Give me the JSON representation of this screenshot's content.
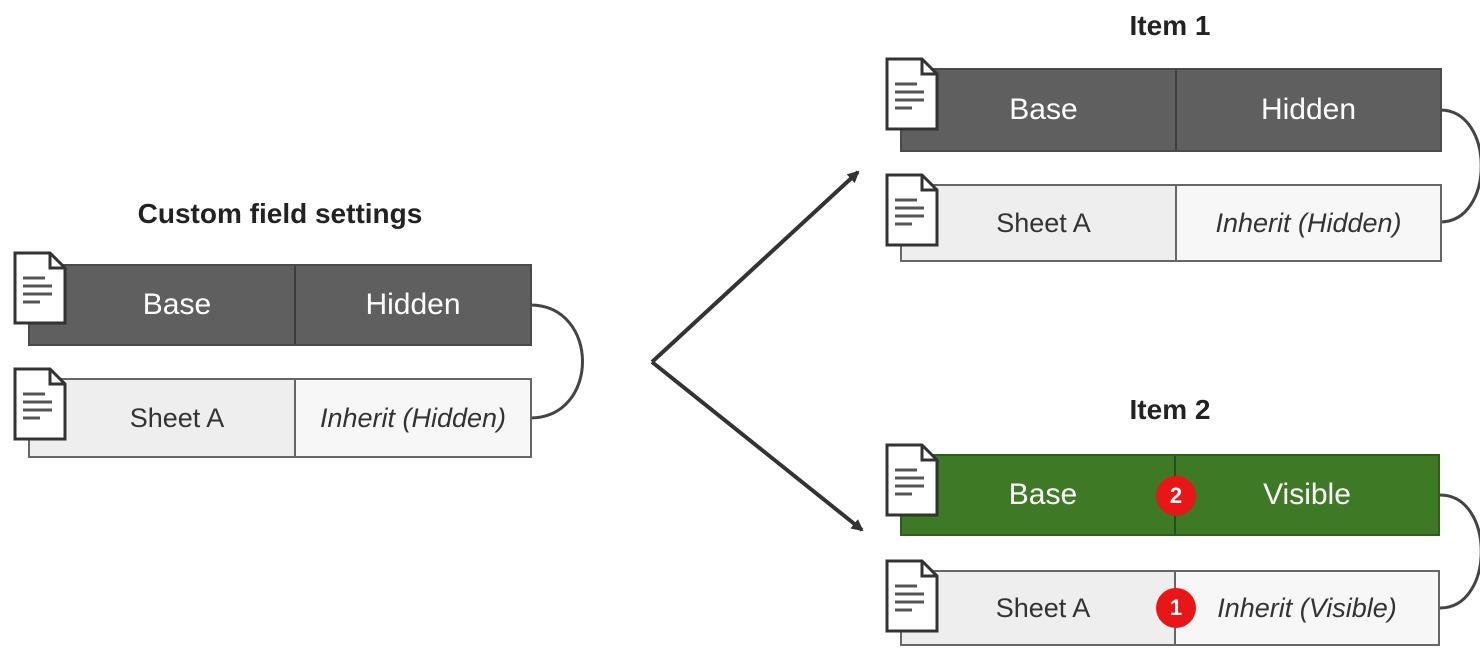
{
  "source": {
    "title": "Custom field settings",
    "base_row": {
      "level": "Base",
      "value": "Hidden"
    },
    "sheet_row": {
      "level": "Sheet A",
      "value": "Inherit (Hidden)"
    }
  },
  "item1": {
    "title": "Item 1",
    "base_row": {
      "level": "Base",
      "value": "Hidden"
    },
    "sheet_row": {
      "level": "Sheet A",
      "value": "Inherit (Hidden)"
    }
  },
  "item2": {
    "title": "Item 2",
    "base_row": {
      "level": "Base",
      "value": "Visible"
    },
    "sheet_row": {
      "level": "Sheet A",
      "value": "Inherit (Visible)"
    },
    "badges": {
      "first": "1",
      "second": "2"
    }
  },
  "colors": {
    "hidden_row": "#5f5f5f",
    "visible_row": "#3e7a26",
    "sheet_row": "#eeeeee",
    "badge": "#e81616"
  },
  "icons": {
    "document": "document-icon",
    "arrow": "arrow-icon",
    "link": "inherit-connector"
  }
}
